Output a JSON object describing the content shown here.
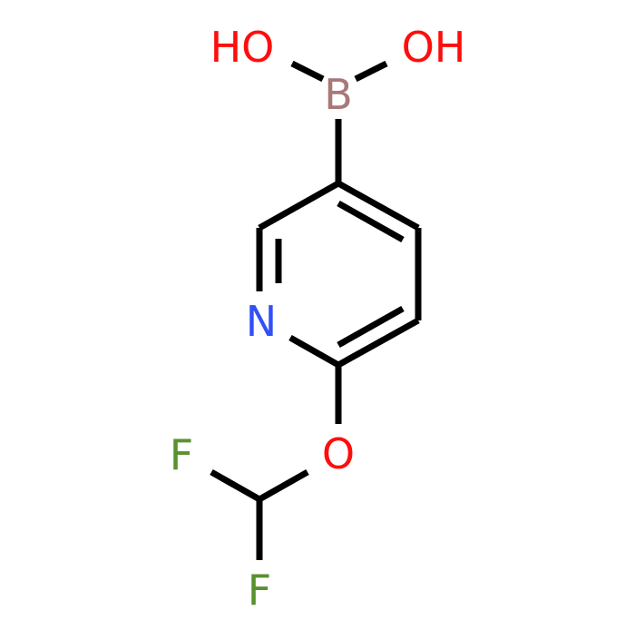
{
  "molecule": {
    "atoms": {
      "hydroxyl_left": {
        "label": "HO",
        "color": "#ff0d0d"
      },
      "hydroxyl_right": {
        "label": "OH",
        "color": "#ff0d0d"
      },
      "boron": {
        "label": "B",
        "color": "#a87878"
      },
      "nitrogen": {
        "label": "N",
        "color": "#3050f8"
      },
      "ether_oxygen": {
        "label": "O",
        "color": "#ff0d0d"
      },
      "fluorine_upper": {
        "label": "F",
        "color": "#58922e"
      },
      "fluorine_lower": {
        "label": "F",
        "color": "#58922e"
      }
    },
    "bond_color": "#000000"
  }
}
